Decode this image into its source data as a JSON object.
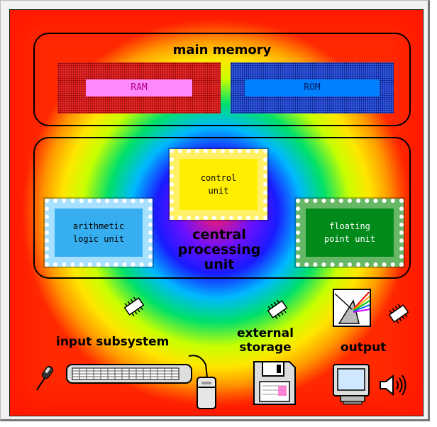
{
  "diagram": {
    "main_memory": {
      "title": "main memory",
      "ram_label": "RAM",
      "rom_label": "ROM"
    },
    "cpu": {
      "title_line1": "central",
      "title_line2": "processing",
      "title_line3": "unit",
      "control_line1": "control",
      "control_line2": "unit",
      "alu_line1": "arithmetic",
      "alu_line2": "logic unit",
      "fpu_line1": "floating",
      "fpu_line2": "point unit"
    },
    "input": {
      "label": "input subsystem"
    },
    "storage": {
      "label_line1": "external",
      "label_line2": "storage"
    },
    "output": {
      "label": "output"
    },
    "icons": [
      "chip-icon",
      "microphone-icon",
      "keyboard-icon",
      "mouse-icon",
      "floppy-disk-icon",
      "prism-icon",
      "monitor-icon",
      "speaker-icon"
    ],
    "colors": {
      "ram": "#ff3030",
      "ram_label_bg": "#ff88ff",
      "rom": "#3a66ff",
      "rom_label_bg": "#0080ff",
      "control_unit": "#ffee00",
      "alu": "#36aef0",
      "fpu": "#008a1a"
    }
  }
}
